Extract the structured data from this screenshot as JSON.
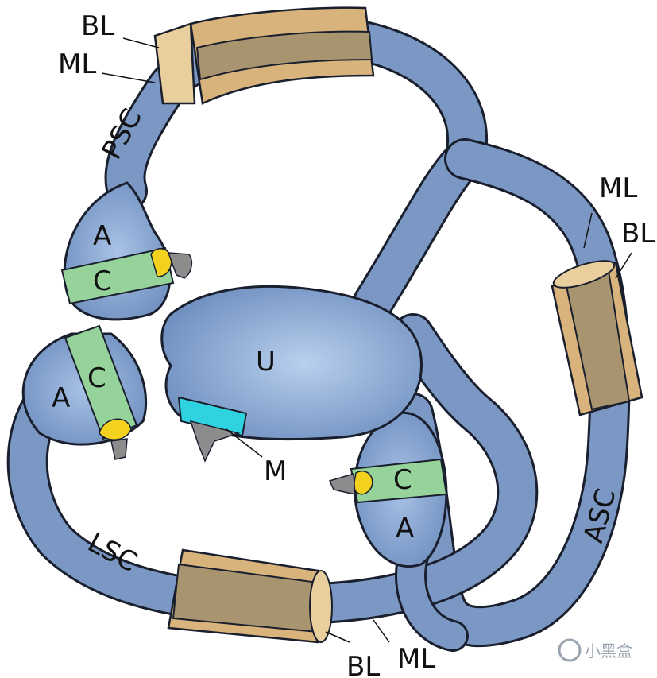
{
  "colors": {
    "duct": "#6f8fbf",
    "duct_light": "#b9d0ee",
    "outline": "#1a1f2e",
    "bony": "#d8b37c",
    "bony_dark": "#a8946f",
    "crista_band": "#96d39a",
    "cupula": "#f2d21e",
    "nerve": "#8c8c8c",
    "macula": "#2fd3e0"
  },
  "labels": {
    "bl_top": "BL",
    "ml_top": "ML",
    "psc": "PSC",
    "a_psc": "A",
    "c_psc": "C",
    "a_lsc": "A",
    "c_lsc": "C",
    "u": "U",
    "m": "M",
    "c_asc": "C",
    "a_asc": "A",
    "ml_right": "ML",
    "bl_right": "BL",
    "asc": "ASC",
    "lsc": "LSC",
    "bl_bottom": "BL",
    "ml_bottom": "ML"
  },
  "watermark": {
    "text": "小黑盒",
    "icon": "heybox-logo-icon"
  }
}
